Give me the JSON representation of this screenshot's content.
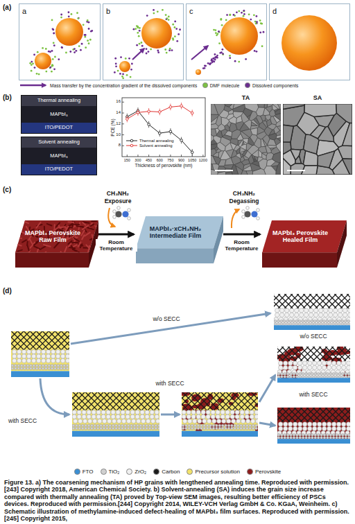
{
  "diagram": {
    "caption": "Figure 13. a) The coarsening mechanism of HP grains with lengthened annealing time. Reproduced with permission.[243] Copyright 2018, American Chemical Society. b) Solvent-annealing (SA) induces the grain size increase compared with thermally annealing (TA) proved by Top-view SEM images, resulting better efficiency of PSCs devices. Reproduced with permission.[244] Copyright 2014, WILEY-VCH Verlag GmbH & Co. KGaA, Weinheim. c) Schematic illustration of methylamine-induced defect-healing of MAPbI₃ film surfaces. Reproduced with permission.[245] Copyright 2015,",
    "nodes": [
      {
        "text": [
          "a"
        ]
      },
      {
        "text": [
          "b"
        ]
      },
      {
        "text": [
          "c"
        ]
      },
      {
        "text": [
          "d"
        ]
      },
      {
        "text": [
          "Thermal annealing",
          "MAPbI₃",
          "ITO/PEDOT"
        ]
      },
      {
        "text": [
          "Solvent annealing",
          "MAPbI₃",
          "ITO/PEDOT"
        ]
      },
      {
        "text": [
          "TA"
        ]
      },
      {
        "text": [
          "SA"
        ]
      },
      {
        "text": [
          "MAPbI₃ Perovskite Raw Film"
        ]
      },
      {
        "text": [
          "MAPbI₃·xCH₃NH₂ Intermediate Film"
        ]
      },
      {
        "text": [
          "MAPbI₃ Perovskite Healed Film"
        ]
      }
    ],
    "edges": [
      {
        "from": 8,
        "to": 9,
        "arrow": "to",
        "label": "Room Temperature"
      },
      {
        "from": 9,
        "to": 10,
        "arrow": "to",
        "label": "Room Temperature"
      }
    ],
    "labels": [
      "(a)",
      "(b)",
      "PCE (%)",
      "8",
      "10",
      "12",
      "14",
      "16",
      "150",
      "300",
      "450",
      "600",
      "750",
      "900",
      "1050",
      "1200",
      "Thickness of perovskite (nm)",
      "(c)",
      "CH₃NH₂",
      "Exposure",
      "CH₃NH₂",
      "Degassing",
      "(d)",
      "w/o SECC",
      "with SECC",
      "with SECC",
      "w/o SECC",
      "with SECC"
    ],
    "legend": [
      {
        "text": "Mass transfer by the concentration gradient of the dissolved components"
      },
      {
        "text": "DMF molecule",
        "color": "#7cc242"
      },
      {
        "text": "Dissolved components",
        "color": "#6b2d8f"
      },
      {
        "text": "Thermal annealing"
      },
      {
        "text": "Solvent annealing"
      },
      {
        "text": "FTO",
        "color": "#3a8fd3"
      },
      {
        "text": "TiO₂",
        "color": "#d0d0d0"
      },
      {
        "text": "ZrO₂",
        "color": "#f0f0f0"
      },
      {
        "text": "Carbon",
        "color": "#1b1b1b"
      },
      {
        "text": "Precursor solution",
        "color": "#f2e26a"
      },
      {
        "text": "Perovskite",
        "color": "#8d1c1c"
      }
    ]
  }
}
